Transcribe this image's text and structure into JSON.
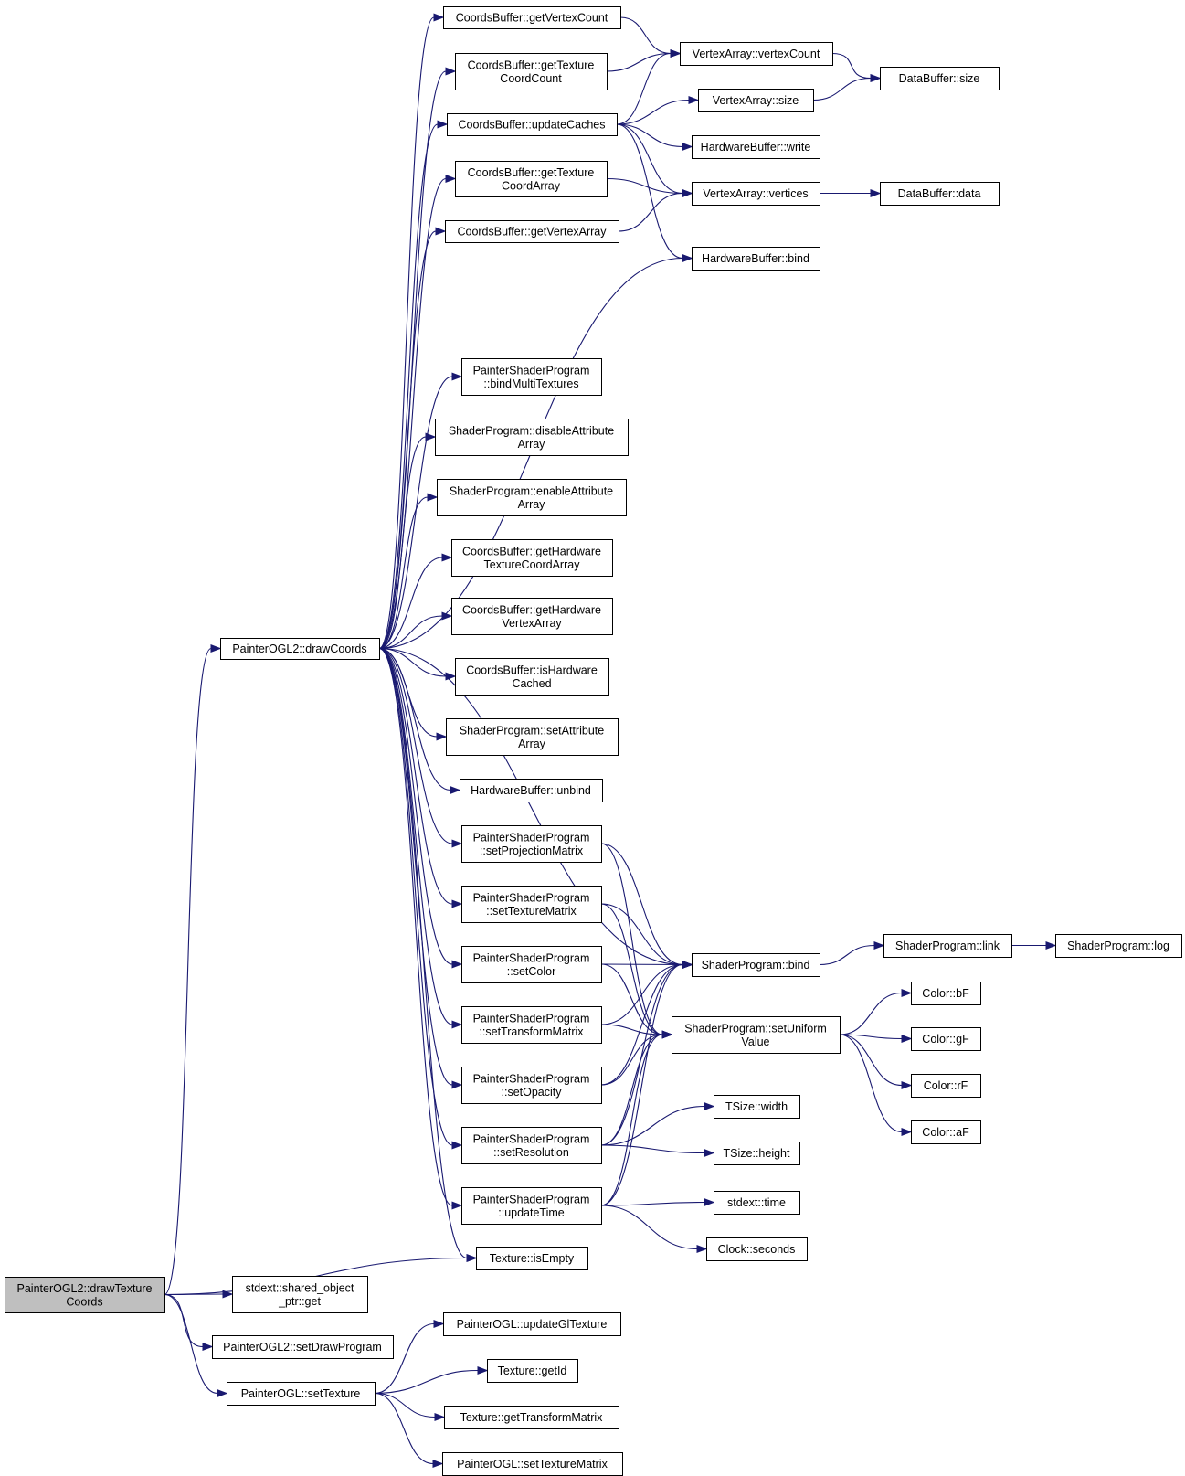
{
  "diagram": {
    "root": "drawTextureCoords",
    "nodes": [
      {
        "id": "drawTextureCoords",
        "lines": [
          "PainterOGL2::drawTexture",
          "Coords"
        ],
        "root": true
      },
      {
        "id": "drawCoords",
        "lines": [
          "PainterOGL2::drawCoords"
        ]
      },
      {
        "id": "getVertexCount",
        "lines": [
          "CoordsBuffer::getVertexCount"
        ]
      },
      {
        "id": "getTextureCoordCount",
        "lines": [
          "CoordsBuffer::getTexture",
          "CoordCount"
        ]
      },
      {
        "id": "updateCaches",
        "lines": [
          "CoordsBuffer::updateCaches"
        ]
      },
      {
        "id": "getTextureCoordArray",
        "lines": [
          "CoordsBuffer::getTexture",
          "CoordArray"
        ]
      },
      {
        "id": "getVertexArray",
        "lines": [
          "CoordsBuffer::getVertexArray"
        ]
      },
      {
        "id": "bindMultiTextures",
        "lines": [
          "PainterShaderProgram",
          "::bindMultiTextures"
        ]
      },
      {
        "id": "disableAttributeArray",
        "lines": [
          "ShaderProgram::disableAttribute",
          "Array"
        ]
      },
      {
        "id": "enableAttributeArray",
        "lines": [
          "ShaderProgram::enableAttribute",
          "Array"
        ]
      },
      {
        "id": "getHardwareTextureCoordArray",
        "lines": [
          "CoordsBuffer::getHardware",
          "TextureCoordArray"
        ]
      },
      {
        "id": "getHardwareVertexArray",
        "lines": [
          "CoordsBuffer::getHardware",
          "VertexArray"
        ]
      },
      {
        "id": "isHardwareCached",
        "lines": [
          "CoordsBuffer::isHardware",
          "Cached"
        ]
      },
      {
        "id": "setAttributeArray",
        "lines": [
          "ShaderProgram::setAttribute",
          "Array"
        ]
      },
      {
        "id": "hbUnbind",
        "lines": [
          "HardwareBuffer::unbind"
        ]
      },
      {
        "id": "setProjectionMatrix",
        "lines": [
          "PainterShaderProgram",
          "::setProjectionMatrix"
        ]
      },
      {
        "id": "setTextureMatrixPSP",
        "lines": [
          "PainterShaderProgram",
          "::setTextureMatrix"
        ]
      },
      {
        "id": "setColor",
        "lines": [
          "PainterShaderProgram",
          "::setColor"
        ]
      },
      {
        "id": "setTransformMatrix",
        "lines": [
          "PainterShaderProgram",
          "::setTransformMatrix"
        ]
      },
      {
        "id": "setOpacity",
        "lines": [
          "PainterShaderProgram",
          "::setOpacity"
        ]
      },
      {
        "id": "setResolution",
        "lines": [
          "PainterShaderProgram",
          "::setResolution"
        ]
      },
      {
        "id": "updateTime",
        "lines": [
          "PainterShaderProgram",
          "::updateTime"
        ]
      },
      {
        "id": "isEmpty",
        "lines": [
          "Texture::isEmpty"
        ]
      },
      {
        "id": "sopGet",
        "lines": [
          "stdext::shared_object",
          "_ptr::get"
        ]
      },
      {
        "id": "setDrawProgram",
        "lines": [
          "PainterOGL2::setDrawProgram"
        ]
      },
      {
        "id": "setTexture",
        "lines": [
          "PainterOGL::setTexture"
        ]
      },
      {
        "id": "updateGlTexture",
        "lines": [
          "PainterOGL::updateGlTexture"
        ]
      },
      {
        "id": "getId",
        "lines": [
          "Texture::getId"
        ]
      },
      {
        "id": "getTransformMatrix",
        "lines": [
          "Texture::getTransformMatrix"
        ]
      },
      {
        "id": "setTextureMatrixOGL",
        "lines": [
          "PainterOGL::setTextureMatrix"
        ]
      },
      {
        "id": "vaVertexCount",
        "lines": [
          "VertexArray::vertexCount"
        ]
      },
      {
        "id": "vaSize",
        "lines": [
          "VertexArray::size"
        ]
      },
      {
        "id": "hbWrite",
        "lines": [
          "HardwareBuffer::write"
        ]
      },
      {
        "id": "vaVertices",
        "lines": [
          "VertexArray::vertices"
        ]
      },
      {
        "id": "hbBind",
        "lines": [
          "HardwareBuffer::bind"
        ]
      },
      {
        "id": "dbSize",
        "lines": [
          "DataBuffer::size"
        ]
      },
      {
        "id": "dbData",
        "lines": [
          "DataBuffer::data"
        ]
      },
      {
        "id": "spBind",
        "lines": [
          "ShaderProgram::bind"
        ]
      },
      {
        "id": "spSetUniformValue",
        "lines": [
          "ShaderProgram::setUniform",
          "Value"
        ]
      },
      {
        "id": "spLink",
        "lines": [
          "ShaderProgram::link"
        ]
      },
      {
        "id": "spLog",
        "lines": [
          "ShaderProgram::log"
        ]
      },
      {
        "id": "colorBF",
        "lines": [
          "Color::bF"
        ]
      },
      {
        "id": "colorGF",
        "lines": [
          "Color::gF"
        ]
      },
      {
        "id": "colorRF",
        "lines": [
          "Color::rF"
        ]
      },
      {
        "id": "colorAF",
        "lines": [
          "Color::aF"
        ]
      },
      {
        "id": "tsizeWidth",
        "lines": [
          "TSize::width"
        ]
      },
      {
        "id": "tsizeHeight",
        "lines": [
          "TSize::height"
        ]
      },
      {
        "id": "stdextTime",
        "lines": [
          "stdext::time"
        ]
      },
      {
        "id": "clockSeconds",
        "lines": [
          "Clock::seconds"
        ]
      }
    ],
    "edges": [
      [
        "drawTextureCoords",
        "drawCoords"
      ],
      [
        "drawTextureCoords",
        "isEmpty"
      ],
      [
        "drawTextureCoords",
        "sopGet"
      ],
      [
        "drawTextureCoords",
        "setDrawProgram"
      ],
      [
        "drawTextureCoords",
        "setTexture"
      ],
      [
        "drawCoords",
        "getVertexCount"
      ],
      [
        "drawCoords",
        "getTextureCoordCount"
      ],
      [
        "drawCoords",
        "updateCaches"
      ],
      [
        "drawCoords",
        "getTextureCoordArray"
      ],
      [
        "drawCoords",
        "getVertexArray"
      ],
      [
        "drawCoords",
        "hbBind"
      ],
      [
        "drawCoords",
        "spBind"
      ],
      [
        "drawCoords",
        "bindMultiTextures"
      ],
      [
        "drawCoords",
        "disableAttributeArray"
      ],
      [
        "drawCoords",
        "enableAttributeArray"
      ],
      [
        "drawCoords",
        "getHardwareTextureCoordArray"
      ],
      [
        "drawCoords",
        "getHardwareVertexArray"
      ],
      [
        "drawCoords",
        "isHardwareCached"
      ],
      [
        "drawCoords",
        "setAttributeArray"
      ],
      [
        "drawCoords",
        "hbUnbind"
      ],
      [
        "drawCoords",
        "setProjectionMatrix"
      ],
      [
        "drawCoords",
        "setTextureMatrixPSP"
      ],
      [
        "drawCoords",
        "setColor"
      ],
      [
        "drawCoords",
        "setTransformMatrix"
      ],
      [
        "drawCoords",
        "setOpacity"
      ],
      [
        "drawCoords",
        "setResolution"
      ],
      [
        "drawCoords",
        "updateTime"
      ],
      [
        "drawCoords",
        "isEmpty"
      ],
      [
        "getVertexCount",
        "vaVertexCount"
      ],
      [
        "getTextureCoordCount",
        "vaVertexCount"
      ],
      [
        "updateCaches",
        "vaVertexCount"
      ],
      [
        "updateCaches",
        "vaSize"
      ],
      [
        "updateCaches",
        "hbWrite"
      ],
      [
        "updateCaches",
        "vaVertices"
      ],
      [
        "updateCaches",
        "hbBind"
      ],
      [
        "getTextureCoordArray",
        "vaVertices"
      ],
      [
        "getVertexArray",
        "vaVertices"
      ],
      [
        "vaVertexCount",
        "dbSize"
      ],
      [
        "vaSize",
        "dbSize"
      ],
      [
        "vaVertices",
        "dbData"
      ],
      [
        "setProjectionMatrix",
        "spBind"
      ],
      [
        "setProjectionMatrix",
        "spSetUniformValue"
      ],
      [
        "setTextureMatrixPSP",
        "spBind"
      ],
      [
        "setTextureMatrixPSP",
        "spSetUniformValue"
      ],
      [
        "setColor",
        "spBind"
      ],
      [
        "setColor",
        "spSetUniformValue"
      ],
      [
        "setTransformMatrix",
        "spBind"
      ],
      [
        "setTransformMatrix",
        "spSetUniformValue"
      ],
      [
        "setOpacity",
        "spBind"
      ],
      [
        "setOpacity",
        "spSetUniformValue"
      ],
      [
        "setResolution",
        "spBind"
      ],
      [
        "setResolution",
        "spSetUniformValue"
      ],
      [
        "setResolution",
        "tsizeWidth"
      ],
      [
        "setResolution",
        "tsizeHeight"
      ],
      [
        "updateTime",
        "spBind"
      ],
      [
        "updateTime",
        "spSetUniformValue"
      ],
      [
        "updateTime",
        "stdextTime"
      ],
      [
        "updateTime",
        "clockSeconds"
      ],
      [
        "spBind",
        "spLink"
      ],
      [
        "spLink",
        "spLog"
      ],
      [
        "spSetUniformValue",
        "colorBF"
      ],
      [
        "spSetUniformValue",
        "colorGF"
      ],
      [
        "spSetUniformValue",
        "colorRF"
      ],
      [
        "spSetUniformValue",
        "colorAF"
      ],
      [
        "setTexture",
        "updateGlTexture"
      ],
      [
        "setTexture",
        "getId"
      ],
      [
        "setTexture",
        "getTransformMatrix"
      ],
      [
        "setTexture",
        "setTextureMatrixOGL"
      ]
    ],
    "colors": {
      "edge": "#191970",
      "root_fill": "#bfbfbf",
      "node_fill": "#ffffff",
      "node_border": "#000000"
    }
  }
}
